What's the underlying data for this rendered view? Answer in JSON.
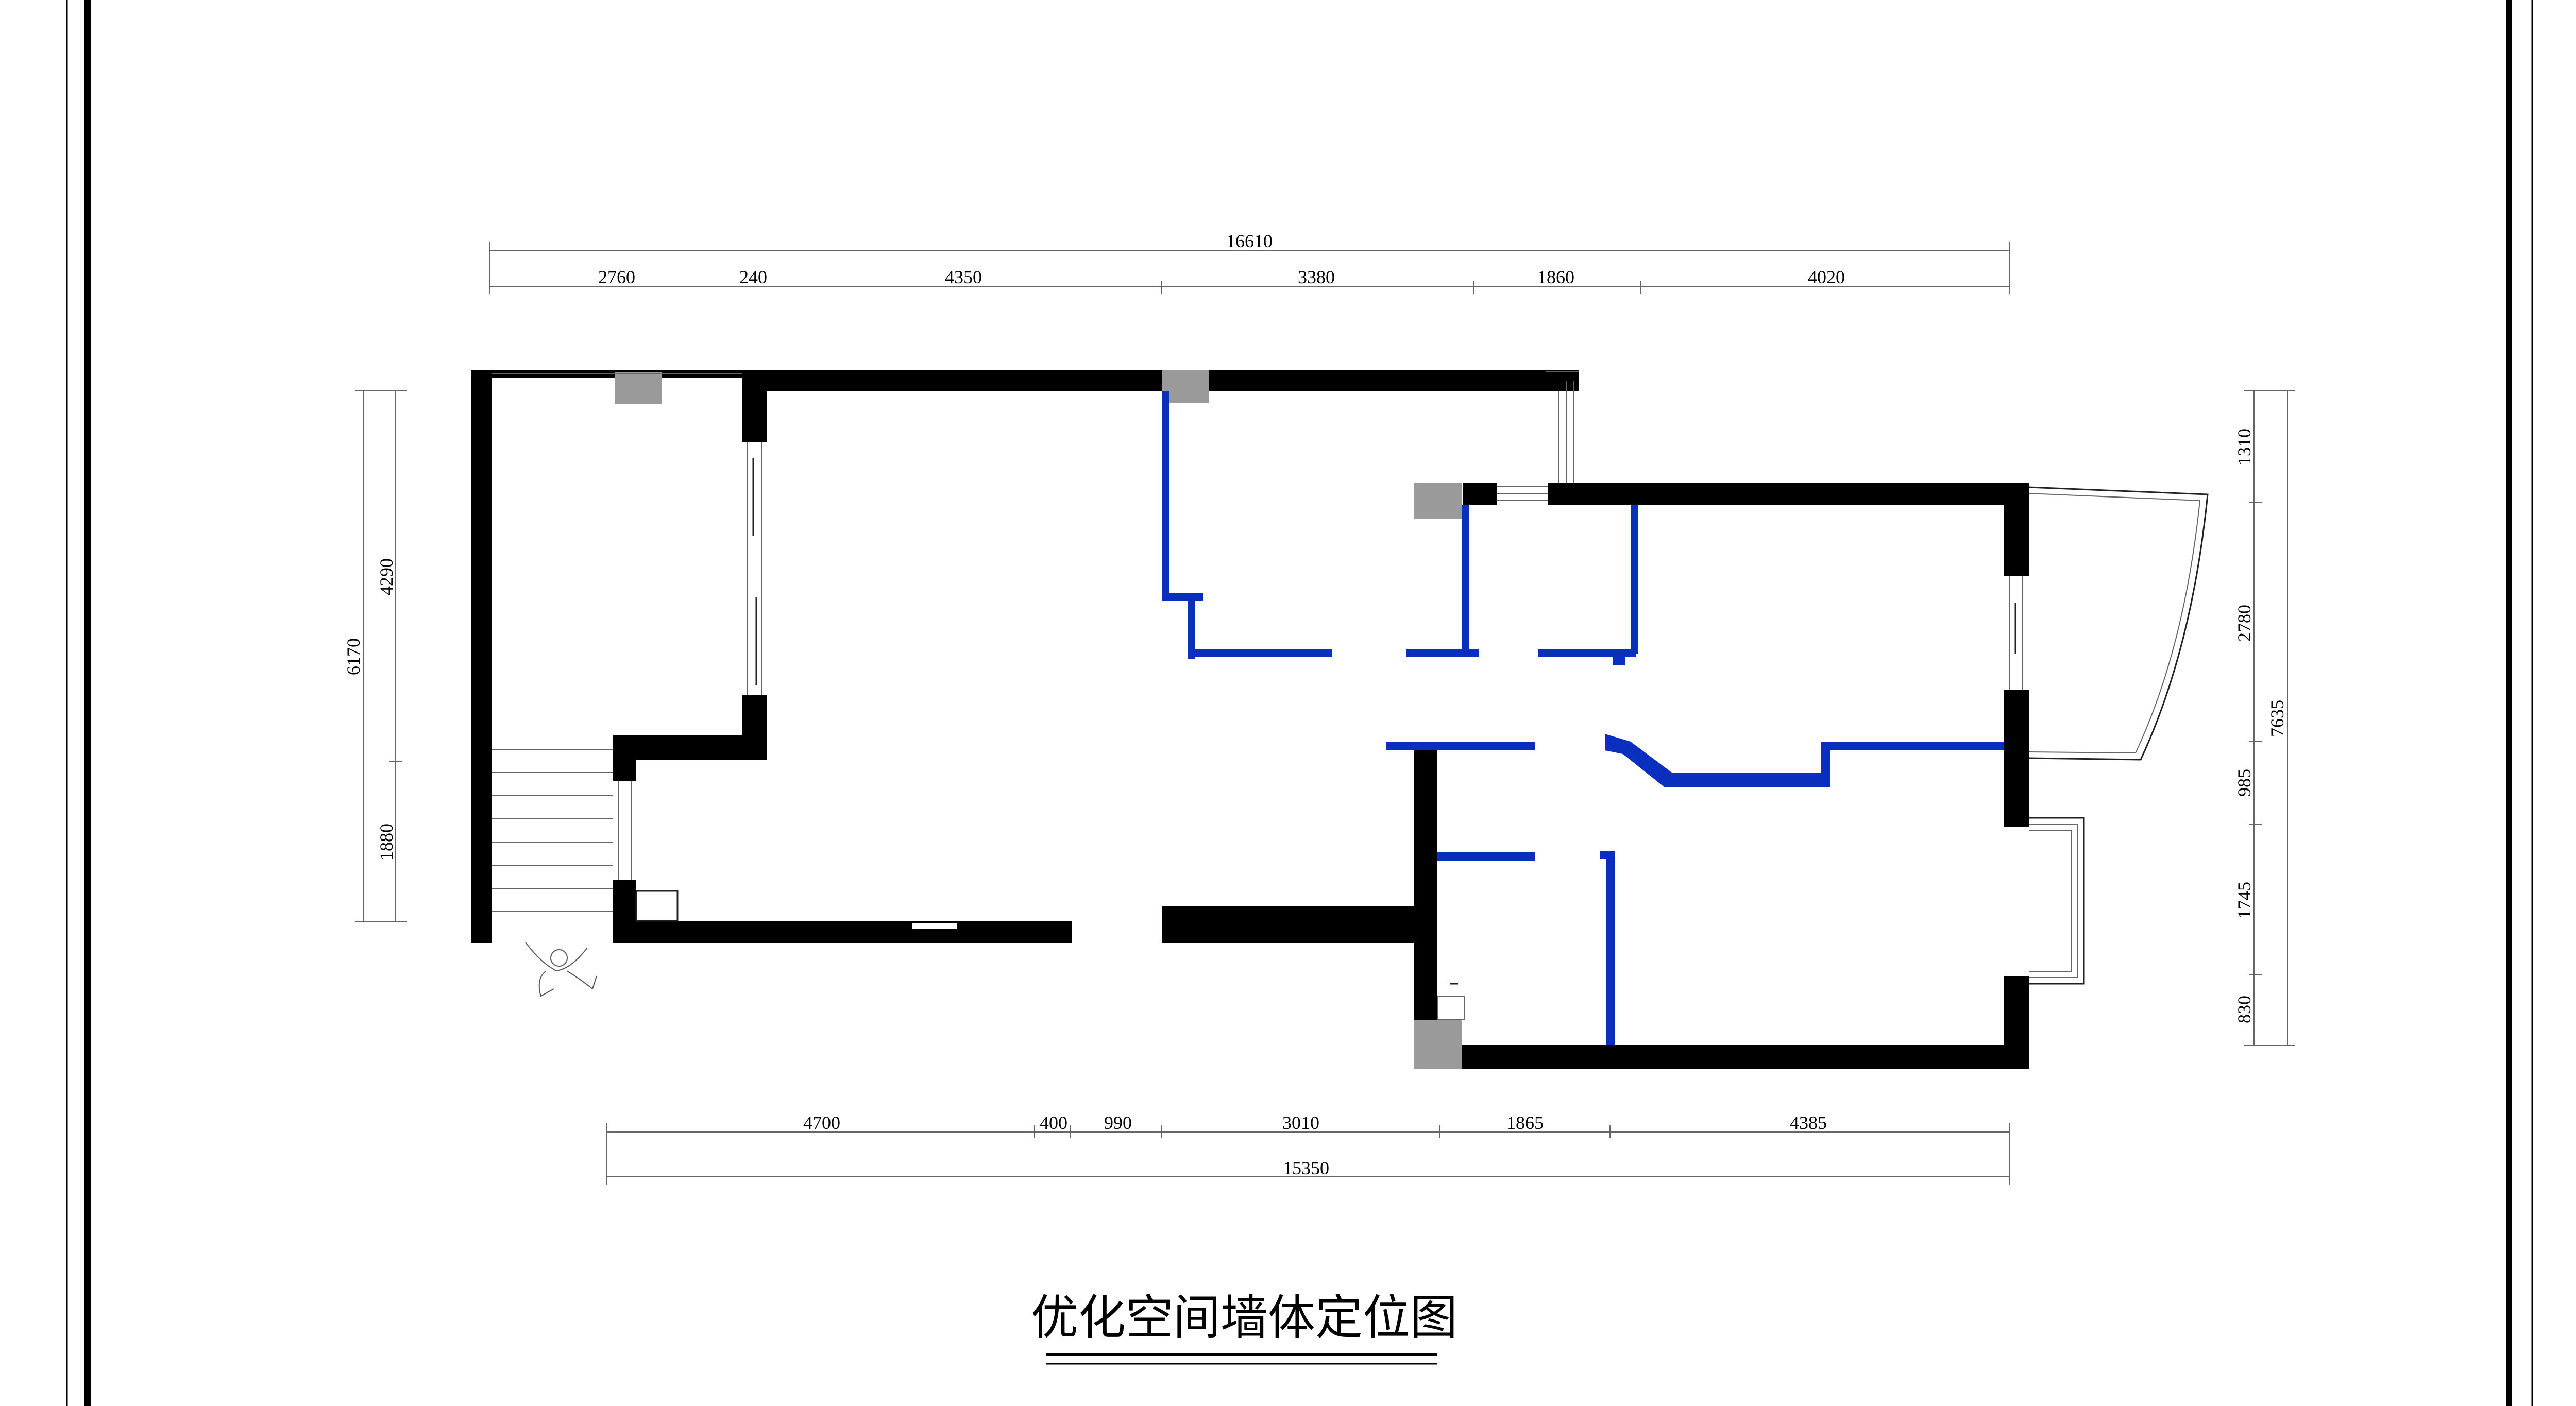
{
  "title": "优化空间墙体定位图",
  "dimensions": {
    "top_overall": "16610",
    "top_segments": [
      "2760",
      "240",
      "4350",
      "3380",
      "1860",
      "4020"
    ],
    "bottom_segments": [
      "4700",
      "400",
      "990",
      "3010",
      "1865",
      "4385"
    ],
    "bottom_overall": "15350",
    "left_overall": "6170",
    "left_segments": [
      "4290",
      "1880"
    ],
    "right_overall": "7635",
    "right_segments": [
      "1310",
      "2780",
      "985",
      "1745",
      "830"
    ]
  },
  "legend_colors": {
    "existing_wall": "#000000",
    "new_wall": "#0a2fbe",
    "column": "#9a9a9a"
  }
}
